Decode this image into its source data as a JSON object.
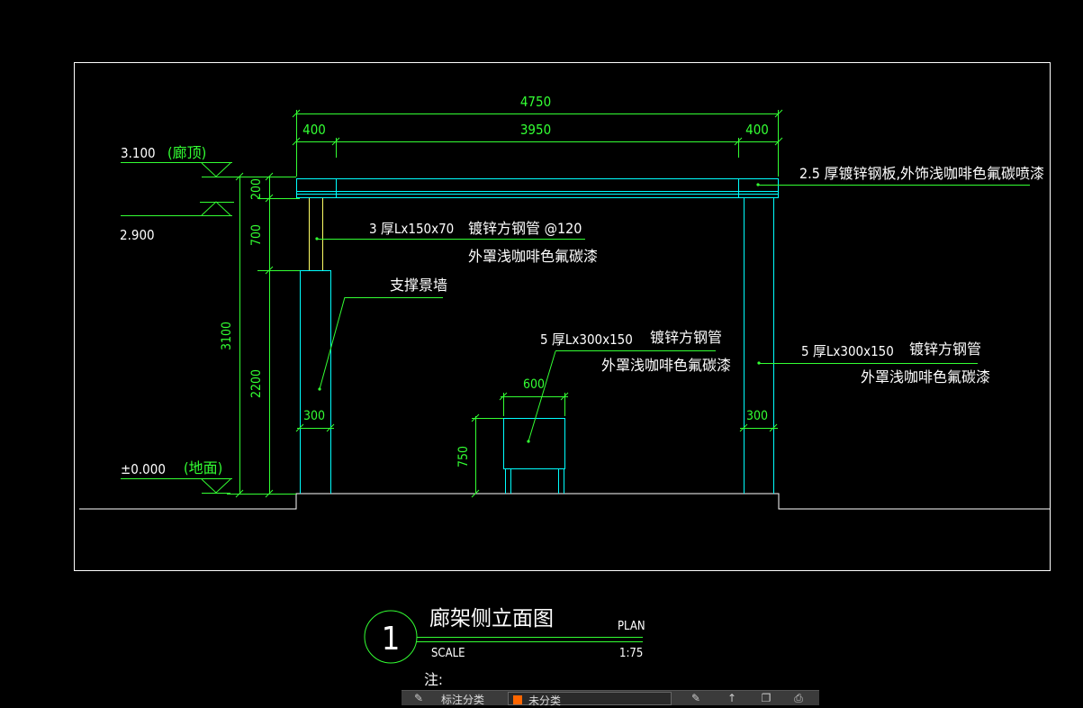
{
  "colors": {
    "background": "#000000",
    "frame": "#ffffff",
    "structure": "#00ffff",
    "dimension": "#33ff33",
    "support": "#ffff66",
    "swatch": "#ff6600"
  },
  "dimensions": {
    "total_width": "4750",
    "left_offset": "400",
    "middle_span": "3950",
    "right_offset": "400",
    "beam_depth": "200",
    "upper_gap": "700",
    "total_height": "3100",
    "column_height": "2200",
    "left_column_width": "300",
    "right_column_width": "300",
    "seat_width": "600",
    "seat_height": "750"
  },
  "levels": {
    "top_value": "3.100",
    "top_note": "(廊顶)",
    "mid_value": "2.900",
    "ground_value": "±0.000",
    "ground_note": "(地面)"
  },
  "annotations": {
    "roof_plate": "2.5 厚镀锌钢板,外饰浅咖啡色氟碳喷漆",
    "upper_tube_size": "3 厚Lx150x70",
    "upper_tube_material": "镀锌方钢管 @120",
    "upper_tube_finish": "外罩浅咖啡色氟碳漆",
    "support_wall": "支撑景墙",
    "seat_tube_size": "5 厚Lx300x150",
    "seat_tube_material": "镀锌方钢管",
    "seat_tube_finish": "外罩浅咖啡色氟碳漆",
    "right_column_size": "5 厚Lx300x150",
    "right_column_material": "镀锌方钢管",
    "right_column_finish": "外罩浅咖啡色氟碳漆"
  },
  "title_block": {
    "number": "1",
    "title": "廊架侧立面图",
    "plan_label": "PLAN",
    "scale_label": "SCALE",
    "scale_value": "1:75",
    "note_label": "注:"
  },
  "toolbar": {
    "style_label": "标注分类",
    "combo_text": "未分类",
    "icons": [
      "pencil-icon",
      "cursor-icon",
      "layers-icon",
      "print-icon"
    ]
  }
}
